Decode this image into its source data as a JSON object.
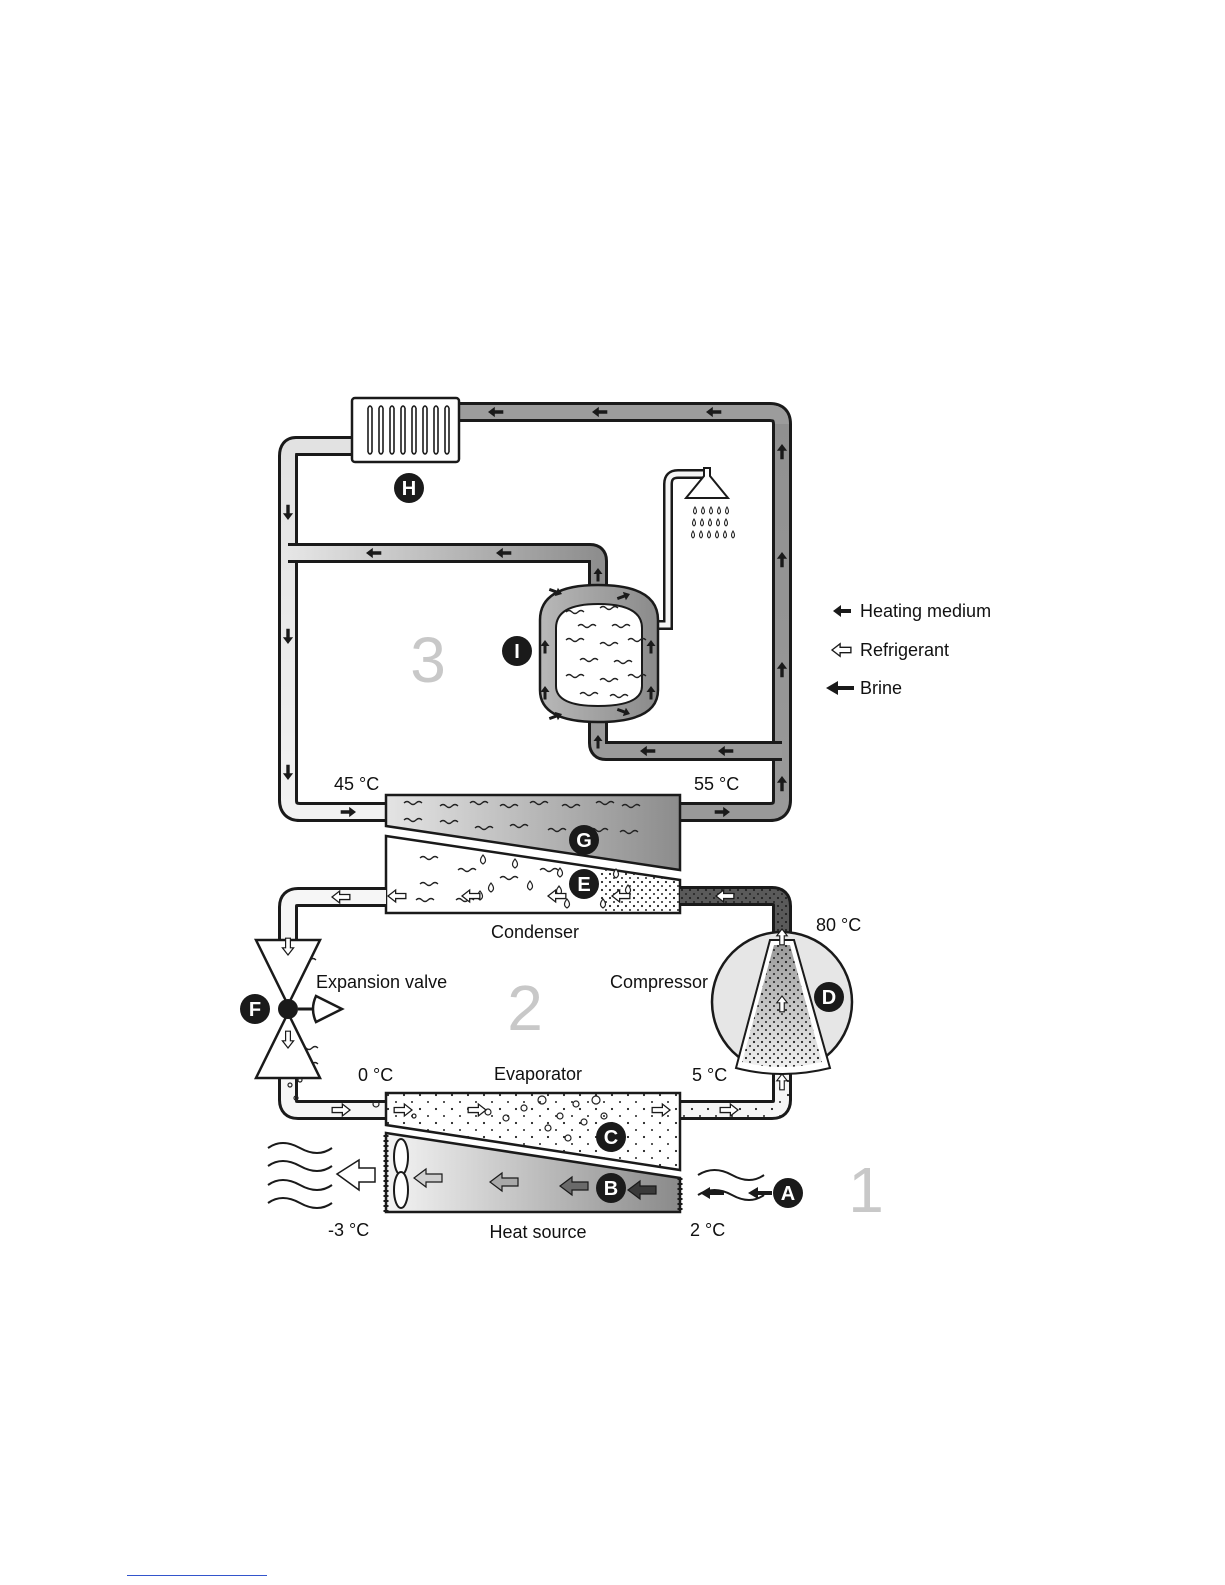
{
  "diagram": {
    "legend": [
      {
        "label": "Heating medium",
        "style": "solid-small"
      },
      {
        "label": "Refrigerant",
        "style": "hollow"
      },
      {
        "label": "Brine",
        "style": "solid-large"
      }
    ],
    "zones": {
      "z1": "1",
      "z2": "2",
      "z3": "3"
    },
    "components": {
      "condenser": "Condenser",
      "evaporator": "Evaporator",
      "compressor": "Compressor",
      "expansion_valve": "Expansion valve",
      "heat_source": "Heat source"
    },
    "temperatures": {
      "t45": "45 °C",
      "t55": "55 °C",
      "t80": "80 °C",
      "t0": "0 °C",
      "t5": "5 °C",
      "tm3": "-3 °C",
      "t2": "2 °C"
    },
    "badges": {
      "A": "A",
      "B": "B",
      "C": "C",
      "D": "D",
      "E": "E",
      "F": "F",
      "G": "G",
      "H": "H",
      "I": "I"
    },
    "colors": {
      "heating_light": "#e8e8e8",
      "heating_dark": "#8a8a8a",
      "refrigerant": "#f6f6f6",
      "badge": "#1a1a1a",
      "outline": "#1a1a1a",
      "zone_numeral": "#c8c8c8"
    }
  }
}
